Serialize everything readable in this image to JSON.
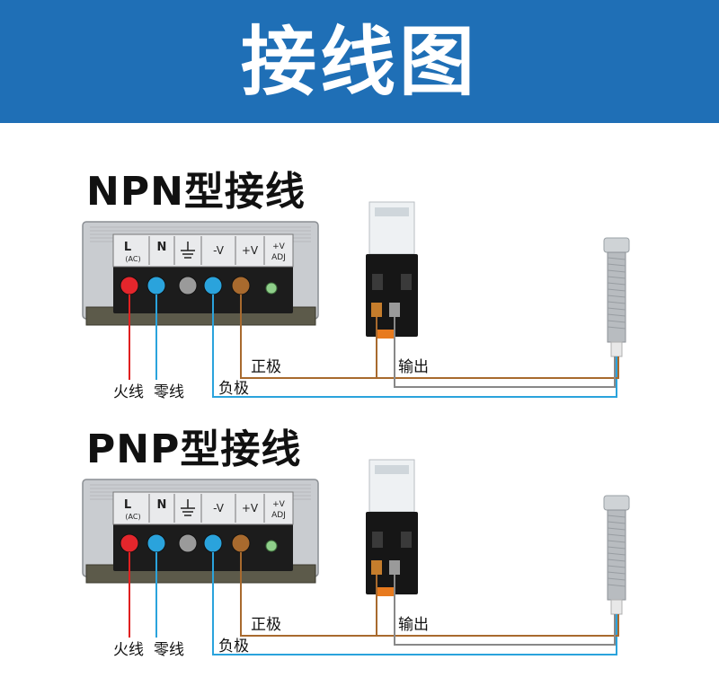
{
  "banner": {
    "title": "接线图"
  },
  "colors": {
    "banner": "#1f6fb6",
    "live_wire": "#e02020",
    "neutral_wire": "#2aa3dc",
    "positive_wire": "#a86a2e",
    "negative_wire": "#2aa3dc",
    "output_wire": "#888888"
  },
  "terminal_labels": {
    "l": "L",
    "ac": "(AC)",
    "n": "N",
    "minus_v": "-V",
    "plus_v": "+V",
    "adj_top": "+V",
    "adj_bottom": "ADJ"
  },
  "sections": [
    {
      "title": "NPN型接线",
      "labels": {
        "live": "火线",
        "neutral": "零线",
        "positive": "正极",
        "negative": "负极",
        "output": "输出"
      }
    },
    {
      "title": "PNP型接线",
      "labels": {
        "live": "火线",
        "neutral": "零线",
        "positive": "正极",
        "negative": "负极",
        "output": "输出"
      }
    }
  ]
}
